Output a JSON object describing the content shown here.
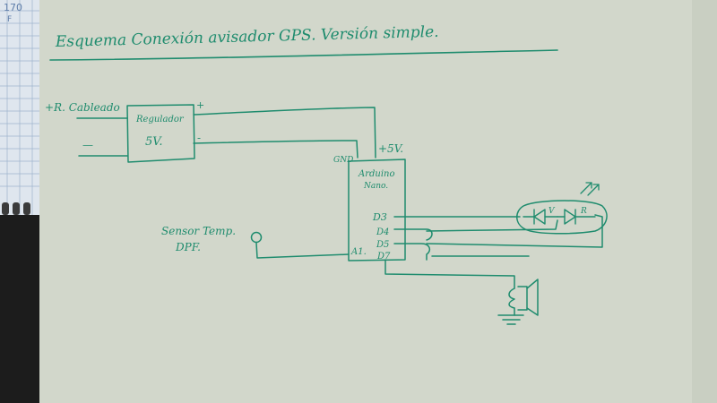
{
  "colors": {
    "paper": "#d2d7cb",
    "paper_edge": "#a9b0a6",
    "ink": "#1f8c6e",
    "grid_paper": "#dfe6ee",
    "grid_line": "#8fa7c4",
    "dark_background": "#1c1c1c"
  },
  "diagram": {
    "title": "Esquema Conexión avisador GPS. Versión simple.",
    "labels": {
      "power_plus": "+R. Cableado",
      "power_minus": "—",
      "regulator_line1": "Regulador",
      "regulator_line2": "5V.",
      "reg_out_plus": "+",
      "reg_out_minus": "-",
      "gnd": "GND",
      "v5": "+5V.",
      "arduino_line1": "Arduino",
      "arduino_line2": "Nano.",
      "pin_d3": "D3",
      "pin_d4": "D4",
      "pin_d5": "D5",
      "pin_d7": "D7",
      "pin_a1": "A1.",
      "sensor_line1": "Sensor Temp.",
      "sensor_line2": "DPF.",
      "led_v": "V",
      "led_r": "R"
    },
    "notebook_marks": {
      "digits": "170",
      "letter": "F"
    }
  }
}
